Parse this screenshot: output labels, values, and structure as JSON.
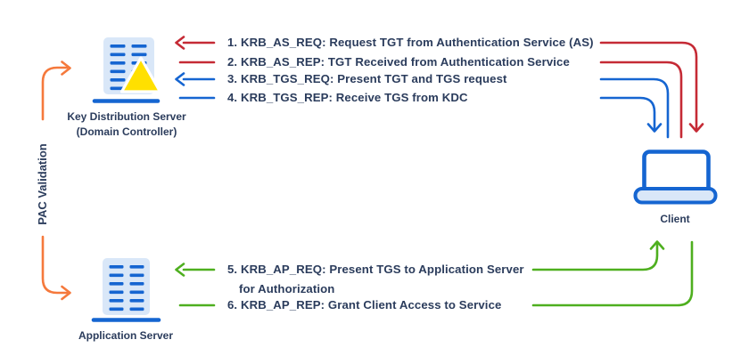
{
  "colors": {
    "red": "#C52A35",
    "blue": "#1565D1",
    "green": "#4EAF1F",
    "orange": "#F5793C",
    "navy": "#2B3C5C",
    "fill_light_blue": "#D9E7F8",
    "yellow": "#FFE000",
    "white": "#FFFFFF"
  },
  "nodes": {
    "kdc": {
      "label_line1": "Key Distribution Server",
      "label_line2": "(Domain Controller)",
      "icon": "server-with-warning-triangle-icon"
    },
    "app_server": {
      "label": "Application Server",
      "icon": "server-icon"
    },
    "client": {
      "label": "Client",
      "icon": "laptop-icon"
    },
    "pac": {
      "label": "PAC Validation"
    }
  },
  "messages": [
    {
      "label": "1. KRB_AS_REQ: Request TGT from Authentication Service (AS)",
      "color": "red"
    },
    {
      "label": "2. KRB_AS_REP: TGT Received from Authentication Service",
      "color": "red"
    },
    {
      "label": "3. KRB_TGS_REQ: Present TGT and TGS request",
      "color": "blue"
    },
    {
      "label": "4. KRB_TGS_REP: Receive TGS from KDC",
      "color": "blue"
    },
    {
      "label": "5. KRB_AP_REQ: Present TGS to Application Server",
      "label_line2": "for Authorization",
      "color": "green"
    },
    {
      "label": "6. KRB_AP_REP: Grant Client Access to Service",
      "color": "green"
    }
  ]
}
